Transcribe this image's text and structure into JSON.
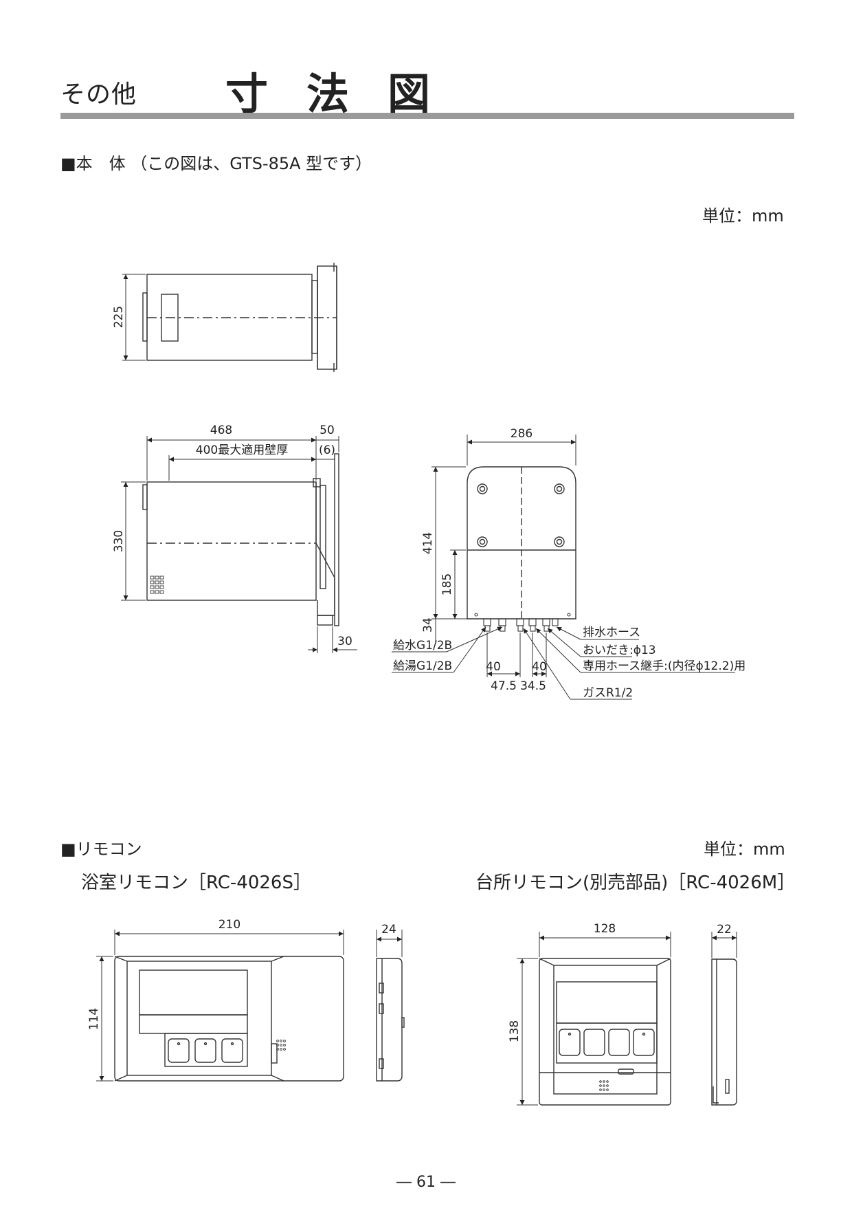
{
  "header": {
    "category": "その他",
    "title": "寸法図"
  },
  "main_unit": {
    "heading": "■本　体 （この図は、GTS-85A 型です）",
    "unit": "単位：mm",
    "top_view": {
      "dim_height": "225"
    },
    "side_view": {
      "dim_depth": "468",
      "dim_flange": "50",
      "dim_wall": "400最大適用壁厚",
      "dim_gap": "(6)",
      "dim_height": "330",
      "dim_bottom": "30"
    },
    "front_view": {
      "dim_width": "286",
      "dim_height": "414",
      "dim_mid": "185",
      "dim_low": "34",
      "dim_a": "40",
      "dim_b": "40",
      "dim_c": "47.5",
      "dim_d": "34.5",
      "callouts": {
        "water_in": "給水G1/2B",
        "hot_water": "給湯G1/2B",
        "drain": "排水ホース",
        "reheat": "おいだき:ϕ13",
        "hose_joint": "専用ホース継手:(内径ϕ12.2)用",
        "gas": "ガスR1/2"
      }
    }
  },
  "remote": {
    "heading": "■リモコン",
    "unit": "単位：mm",
    "bath": {
      "label": "浴室リモコン［RC-4026S］",
      "dim_width": "210",
      "dim_depth": "24",
      "dim_height": "114"
    },
    "kitchen": {
      "label": "台所リモコン(別売部品)［RC-4026M］",
      "dim_width": "128",
      "dim_depth": "22",
      "dim_height": "138"
    }
  },
  "footer": {
    "page_number": "― 61 ―"
  }
}
